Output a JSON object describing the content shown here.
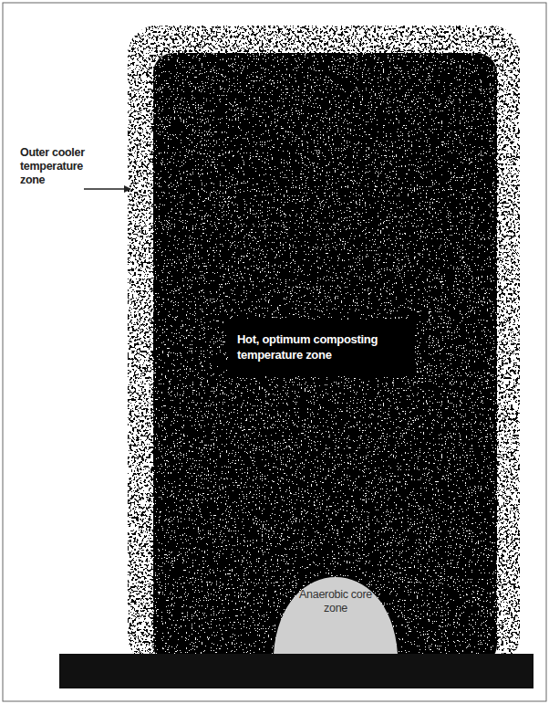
{
  "diagram": {
    "nodes": [
      {
        "text": [
          "Hot, optimum composting temperature zone"
        ]
      },
      {
        "text": [
          "Anaerobic core zone"
        ]
      }
    ],
    "labels": [
      "Outer cooler temperature zone"
    ]
  }
}
